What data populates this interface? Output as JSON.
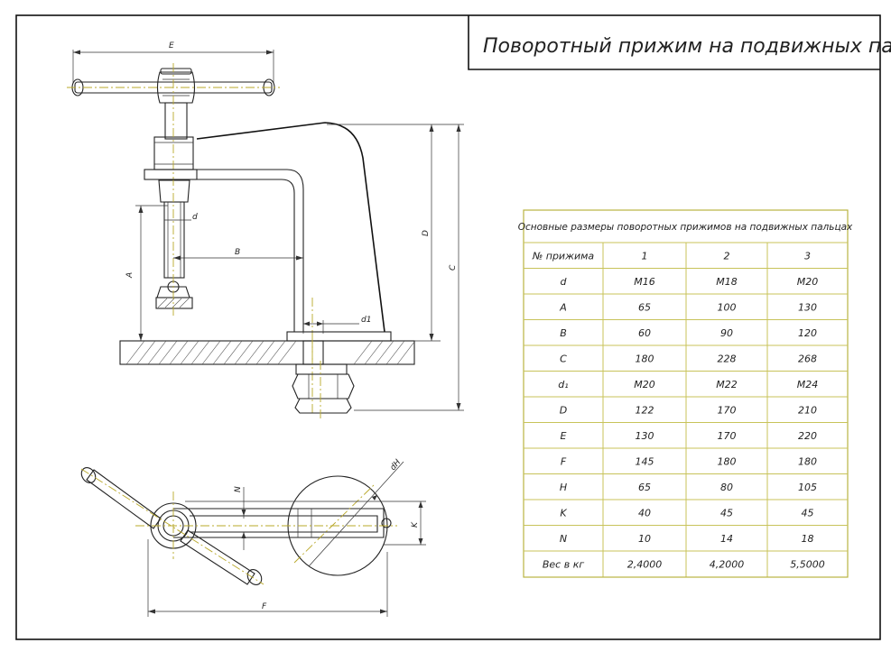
{
  "drawing": {
    "title": "Поворотный прижим на подвижных пальцах",
    "dimension_labels": {
      "E": "E",
      "d": "d",
      "B": "B",
      "A": "A",
      "D": "D",
      "C": "C",
      "d1": "d1",
      "dH": "dH",
      "N": "N",
      "K": "K",
      "F": "F"
    }
  },
  "table": {
    "caption": "Основные размеры поворотных прижимов на подвижных пальцах",
    "header": [
      "№ прижима",
      "1",
      "2",
      "3"
    ],
    "rows": [
      [
        "d",
        "M16",
        "M18",
        "M20"
      ],
      [
        "A",
        "65",
        "100",
        "130"
      ],
      [
        "B",
        "60",
        "90",
        "120"
      ],
      [
        "C",
        "180",
        "228",
        "268"
      ],
      [
        "d₁",
        "M20",
        "M22",
        "M24"
      ],
      [
        "D",
        "122",
        "170",
        "210"
      ],
      [
        "E",
        "130",
        "170",
        "220"
      ],
      [
        "F",
        "145",
        "180",
        "180"
      ],
      [
        "H",
        "65",
        "80",
        "105"
      ],
      [
        "K",
        "40",
        "45",
        "45"
      ],
      [
        "N",
        "10",
        "14",
        "18"
      ],
      [
        "Вес в кг",
        "2,4000",
        "4,2000",
        "5,5000"
      ]
    ]
  },
  "colors": {
    "accent_line": "#b9a82a",
    "table_line": "#c8c35a"
  }
}
